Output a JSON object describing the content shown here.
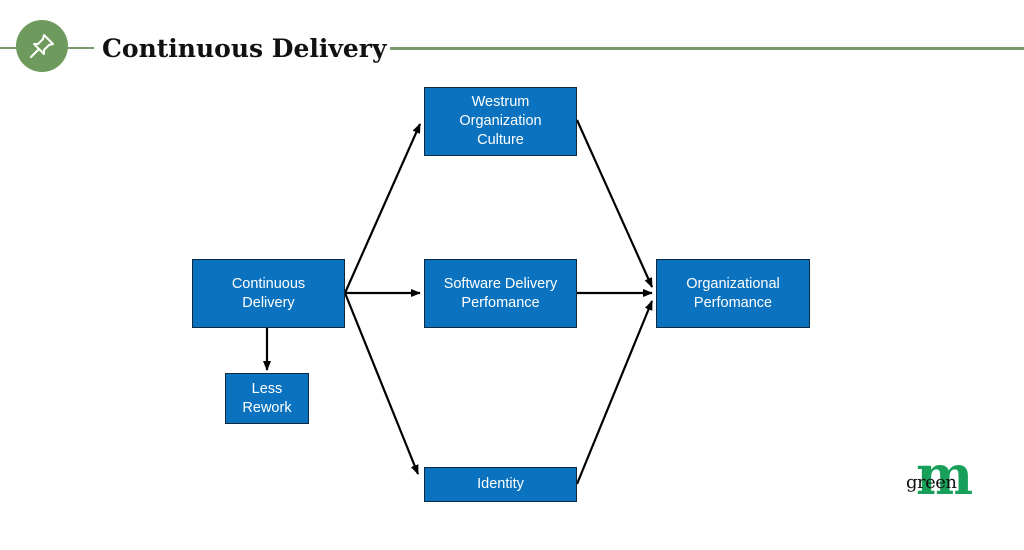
{
  "header": {
    "title": "Continuous Delivery",
    "icon": "pushpin-icon",
    "accent_color": "#7a9a6c"
  },
  "diagram": {
    "node_color": "#0a72bf",
    "nodes": {
      "cd": [
        "Continuous",
        "Delivery"
      ],
      "culture": [
        "Westrum",
        "Organization",
        "Culture"
      ],
      "software": [
        "Software Delivery",
        "Perfomance"
      ],
      "identity": [
        "Identity"
      ],
      "org": [
        "Organizational",
        "Perfomance"
      ],
      "rework": [
        "Less",
        "Rework"
      ]
    },
    "edges": [
      [
        "cd",
        "culture"
      ],
      [
        "cd",
        "software"
      ],
      [
        "cd",
        "identity"
      ],
      [
        "cd",
        "rework"
      ],
      [
        "culture",
        "org"
      ],
      [
        "software",
        "org"
      ],
      [
        "identity",
        "org"
      ]
    ]
  },
  "logo": {
    "mark": "m",
    "word": "green",
    "color": "#18a05a"
  }
}
